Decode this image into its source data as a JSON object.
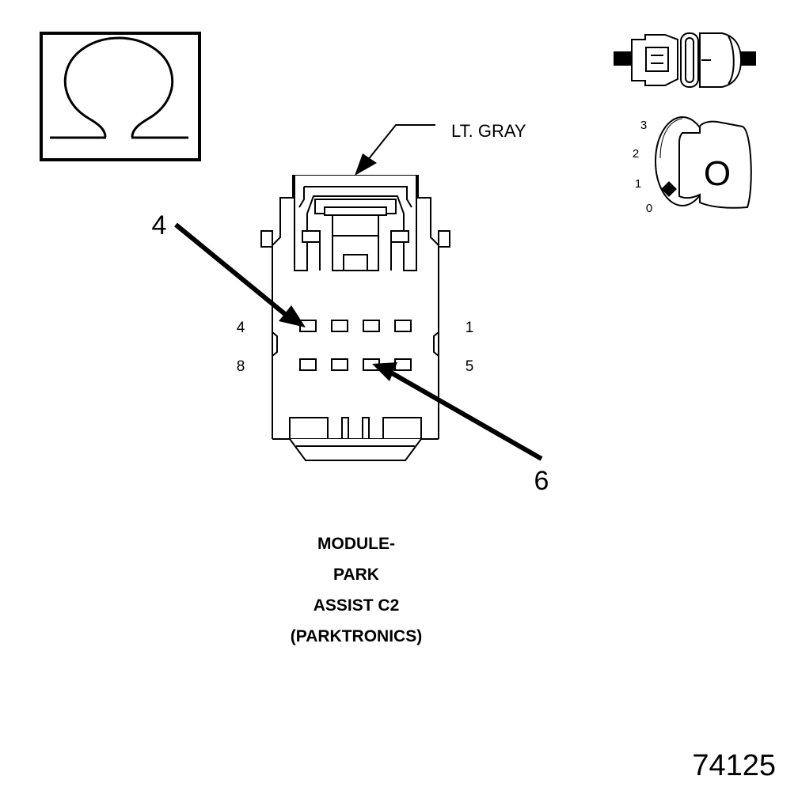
{
  "callout_connector_color": "LT. GRAY",
  "callout_pin_top": "4",
  "callout_pin_bottom": "6",
  "pin_labels": {
    "row1_left": "4",
    "row1_right": "1",
    "row2_left": "8",
    "row2_right": "5"
  },
  "key_positions": [
    "3",
    "2",
    "1",
    "0"
  ],
  "key_symbol": "O",
  "caption_lines": [
    "MODULE-",
    "PARK",
    "ASSIST C2",
    "(PARKTRONICS)"
  ],
  "figure_number": "74125",
  "icons": {
    "ohm_symbol": "omega-icon",
    "connector_icon": "connector-plug-icon",
    "ignition_icon": "ignition-key-icon"
  },
  "colors": {
    "ink": "#000000",
    "background": "#ffffff"
  }
}
